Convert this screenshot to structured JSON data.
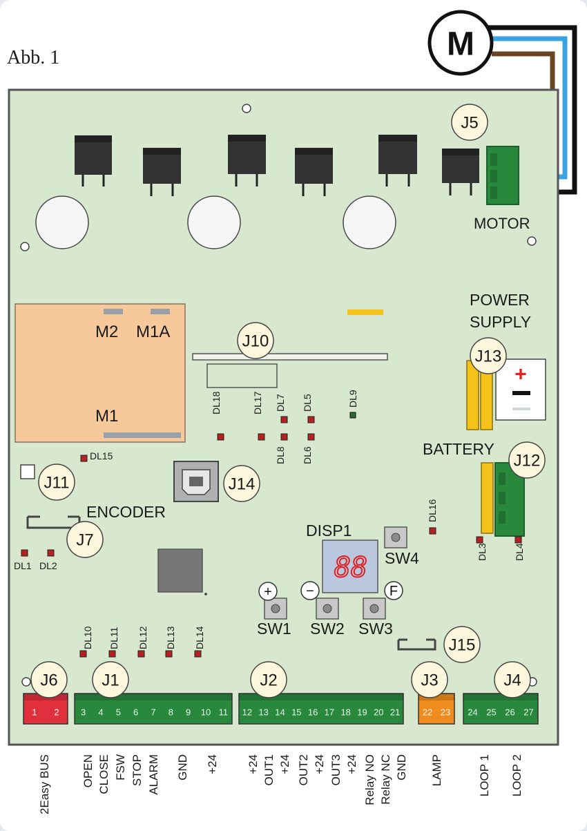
{
  "figure": {
    "label": "Abb. 1"
  },
  "motor": {
    "symbol": "M",
    "label": "MOTOR"
  },
  "colors": {
    "board": "#d7e8cf",
    "board_border": "#555555",
    "terminal_green": "#28883c",
    "terminal_red": "#e0303e",
    "terminal_orange": "#f08c1e",
    "peach": "#f7c89a",
    "yellow": "#f5c21a",
    "wire_brown": "#6b4421",
    "wire_blue": "#3aa3e0",
    "wire_black": "#111111",
    "led_red": "#b52020",
    "display_bg": "#b9c7df",
    "display_digit": "#e02020"
  },
  "connectors": {
    "J1": "J1",
    "J2": "J2",
    "J3": "J3",
    "J4": "J4",
    "J5": "J5",
    "J6": "J6",
    "J7": "J7",
    "J10": "J10",
    "J11": "J11",
    "J12": "J12",
    "J13": "J13",
    "J14": "J14",
    "J15": "J15"
  },
  "sections": {
    "power_supply_1": "POWER",
    "power_supply_2": "SUPPLY",
    "battery": "BATTERY",
    "encoder": "ENCODER",
    "display": "DISP1"
  },
  "module": {
    "m2": "M2",
    "m1a": "M1A",
    "m1": "M1"
  },
  "buttons": {
    "sw1": "SW1",
    "sw2": "SW2",
    "sw3": "SW3",
    "sw4": "SW4",
    "plus": "+",
    "minus": "−",
    "f": "F"
  },
  "display_value": "88",
  "leds": {
    "dl1": "DL1",
    "dl2": "DL2",
    "dl3": "DL3",
    "dl4": "DL4",
    "dl5": "DL5",
    "dl6": "DL6",
    "dl7": "DL7",
    "dl8": "DL8",
    "dl9": "DL9",
    "dl10": "DL10",
    "dl11": "DL11",
    "dl12": "DL12",
    "dl13": "DL13",
    "dl14": "DL14",
    "dl15": "DL15",
    "dl16": "DL16",
    "dl17": "DL17",
    "dl18": "DL18"
  },
  "terminals": {
    "j6": [
      "1",
      "2"
    ],
    "j1": [
      "3",
      "4",
      "5",
      "6",
      "7",
      "8",
      "9",
      "10",
      "11"
    ],
    "j2": [
      "12",
      "13",
      "14",
      "15",
      "16",
      "17",
      "18",
      "19",
      "20",
      "21"
    ],
    "j3": [
      "22",
      "23"
    ],
    "j4": [
      "24",
      "25",
      "26",
      "27"
    ]
  },
  "bottom_labels": {
    "easy_bus": "2Easy BUS",
    "open": "OPEN",
    "close": "CLOSE",
    "fsw": "FSW",
    "stop": "STOP",
    "alarm": "ALARM",
    "gnd1": "GND",
    "p24_1": "+24",
    "p24_2": "+24",
    "out1": "OUT1",
    "p24_3": "+24",
    "out2": "OUT2",
    "p24_4": "+24",
    "out3": "OUT3",
    "p24_5": "+24",
    "relay_no": "Relay NO",
    "relay_nc": "Relay NC",
    "gnd2": "GND",
    "lamp": "LAMP",
    "loop1": "LOOP 1",
    "loop2": "LOOP 2"
  }
}
